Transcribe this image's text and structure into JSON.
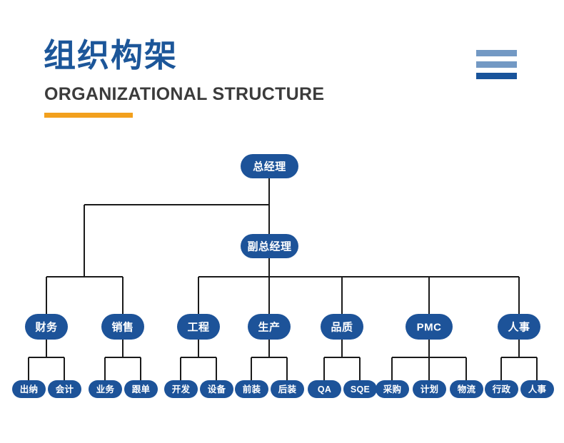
{
  "header": {
    "title_cn": "组织构架",
    "title_en": "ORGANIZATIONAL STRUCTURE",
    "accent_orange": "#f2a01d",
    "accent_blue": "#1c5699",
    "deco_light": "#7399c4",
    "deco_dark": "#19549b",
    "deco_bars": [
      "light",
      "light",
      "dark"
    ]
  },
  "chart": {
    "node_fill": "#1d5399",
    "node_text": "#ffffff",
    "connector_color": "#1a1a1a",
    "levels": {
      "top": {
        "label": "总经理"
      },
      "second": {
        "label": "副总经理"
      }
    },
    "departments": [
      {
        "label": "财务",
        "parent": "总经理",
        "children": [
          "出纳",
          "会计"
        ]
      },
      {
        "label": "销售",
        "parent": "总经理",
        "children": [
          "业务",
          "跟单"
        ]
      },
      {
        "label": "工程",
        "parent": "副总经理",
        "children": [
          "开发",
          "设备"
        ]
      },
      {
        "label": "生产",
        "parent": "副总经理",
        "children": [
          "前装",
          "后装"
        ]
      },
      {
        "label": "品质",
        "parent": "副总经理",
        "children": [
          "QA",
          "SQE"
        ]
      },
      {
        "label": "PMC",
        "parent": "副总经理",
        "children": [
          "采购",
          "计划",
          "物流"
        ]
      },
      {
        "label": "人事",
        "parent": "副总经理",
        "children": [
          "行政",
          "人事"
        ]
      }
    ]
  }
}
